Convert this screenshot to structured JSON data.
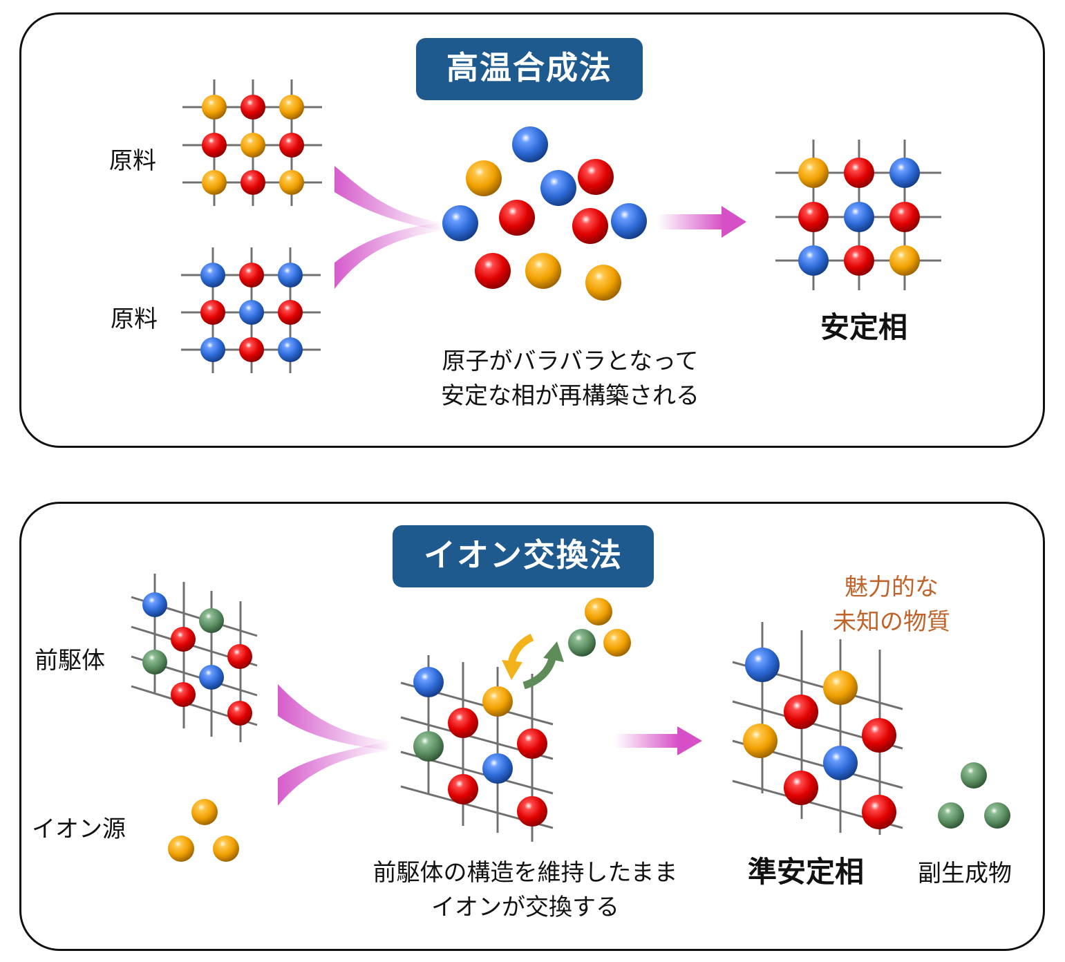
{
  "top": {
    "title": "高温合成法",
    "raw_material_1": "原料",
    "raw_material_2": "原料",
    "product_label": "安定相",
    "caption_line1": "原子がバラバラとなって",
    "caption_line2": "安定な相が再構築される"
  },
  "bottom": {
    "title": "イオン交換法",
    "precursor_label": "前駆体",
    "ion_source_label": "イオン源",
    "attractive_line1": "魅力的な",
    "attractive_line2": "未知の物質",
    "product_label": "準安定相",
    "byproduct_label": "副生成物",
    "caption_line1": "前駆体の構造を維持したまま",
    "caption_line2": "イオンが交換する"
  },
  "colors": {
    "title_bg": "#1f5a8e",
    "orange_text": "#c0632a",
    "atom_red": "#e00000",
    "atom_orange": "#f0a000",
    "atom_blue": "#2d6ad6",
    "atom_green": "#5b8f62",
    "arrow_pink": "#d64fc6",
    "exchange_orange": "#f2b21a",
    "exchange_green": "#5e8c58"
  }
}
